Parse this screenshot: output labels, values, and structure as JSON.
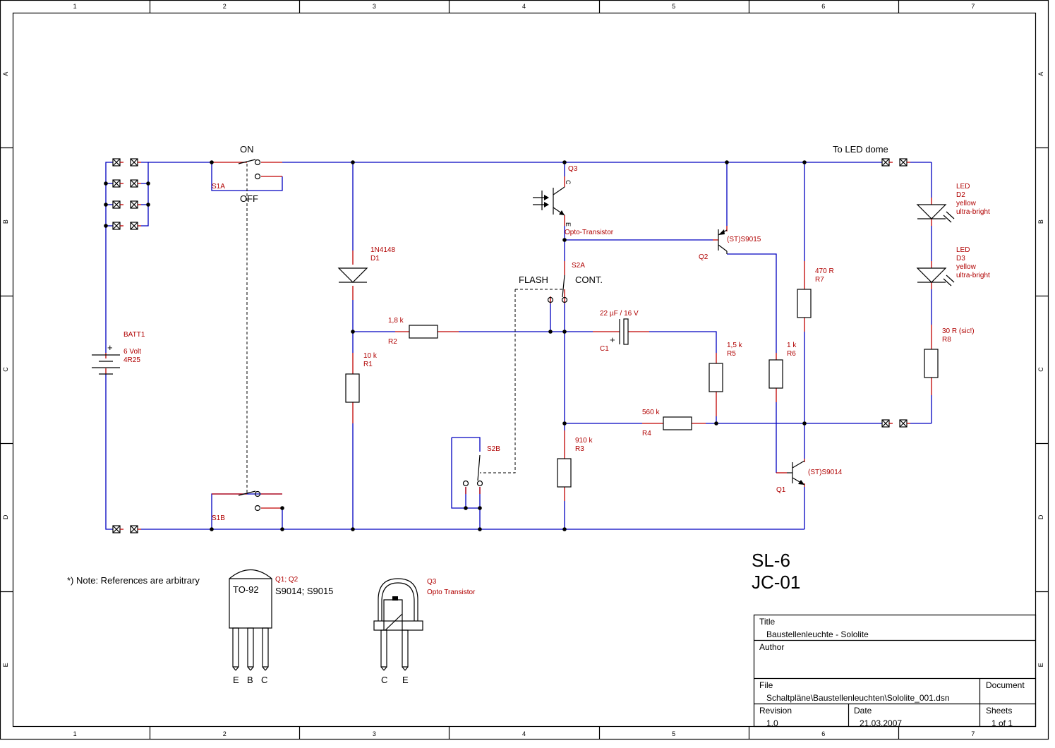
{
  "frame": {
    "columns": [
      "1",
      "2",
      "3",
      "4",
      "5",
      "6",
      "7"
    ],
    "rows": [
      "A",
      "B",
      "C",
      "D",
      "E"
    ]
  },
  "labels": {
    "on": "ON",
    "off": "OFF",
    "to_led_dome": "To LED dome",
    "flash": "FLASH",
    "cont": "CONT.",
    "note": "*) Note: References are arbitrary"
  },
  "parts": {
    "s1a": "S1A",
    "s1b": "S1B",
    "s2a": "S2A",
    "s2b": "S2B",
    "batt_ref": "BATT1",
    "batt_value1": "6 Volt",
    "batt_value2": "4R25",
    "d1_value": "1N4148",
    "d1_ref": "D1",
    "r1_value": "10 k",
    "r1_ref": "R1",
    "r2_value": "1,8 k",
    "r2_ref": "R2",
    "r3_value": "910 k",
    "r3_ref": "R3",
    "r4_value": "560 k",
    "r4_ref": "R4",
    "r5_value": "1,5 k",
    "r5_ref": "R5",
    "r6_value": "1 k",
    "r6_ref": "R6",
    "r7_value": "470 R",
    "r7_ref": "R7",
    "r8_value": "30 R (sic!)",
    "r8_ref": "R8",
    "c1_value": "22 µF / 16 V",
    "c1_ref": "C1",
    "q3_ref": "Q3",
    "q3_value": "Opto-Transistor",
    "q3_c": "C",
    "q3_e": "E",
    "q2_value": "(ST)S9015",
    "q2_ref": "Q2",
    "q1_value": "(ST)S9014",
    "q1_ref": "Q1",
    "d2_label": "LED",
    "d2_ref": "D2",
    "d2_color": "yellow",
    "d2_desc": "ultra-bright",
    "d3_label": "LED",
    "d3_ref": "D3",
    "d3_color": "yellow",
    "d3_desc": "ultra-bright"
  },
  "packages": {
    "to92_label": "TO-92",
    "to92_refs": "Q1; Q2",
    "to92_types": "S9014; S9015",
    "to92_pins": [
      "E",
      "B",
      "C"
    ],
    "opto_ref": "Q3",
    "opto_desc": "Opto Transistor",
    "opto_pins": [
      "C",
      "E"
    ]
  },
  "design": {
    "name": "SL-6",
    "code": "JC-01"
  },
  "title_block": {
    "title_label": "Title",
    "title": "Baustellenleuchte - Sololite",
    "author_label": "Author",
    "author": "",
    "file_label": "File",
    "file": "Schaltpläne\\Baustellenleuchten\\Sololite_001.dsn",
    "document_label": "Document",
    "revision_label": "Revision",
    "revision": "1.0",
    "date_label": "Date",
    "date": "21.03.2007",
    "sheets_label": "Sheets",
    "sheets": "1 of 1"
  },
  "colors": {
    "wire": "#0000c0",
    "pin": "#c00000",
    "label": "#b00000",
    "body": "#000000"
  }
}
